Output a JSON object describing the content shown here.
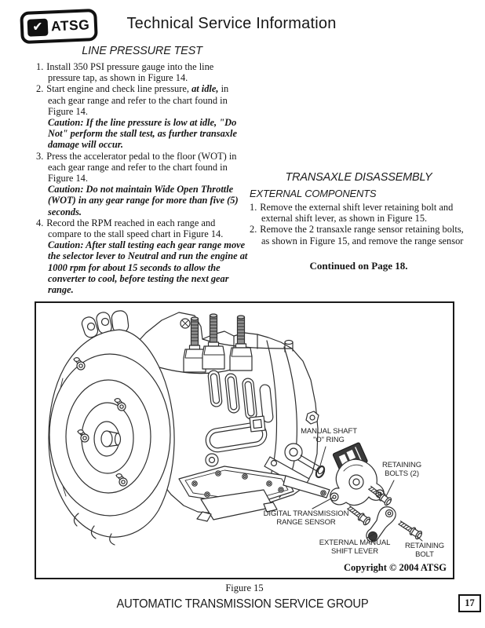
{
  "header": {
    "logo_text": "ATSG",
    "title": "Technical Service Information"
  },
  "left_column": {
    "heading": "LINE PRESSURE TEST",
    "items": [
      {
        "num": "1.",
        "text": "Install 350 PSI pressure gauge into the line pressure tap, as shown in Figure 14."
      },
      {
        "num": "2.",
        "before": "Start engine and check line pressure, ",
        "em": "at idle,",
        "after": " in each gear range and refer to the chart found in Figure 14.",
        "caution": "Caution: If the line pressure is low at idle, \"Do Not\" perform the stall test, as further transaxle damage will occur."
      },
      {
        "num": "3.",
        "text": "Press the accelerator pedal to the floor (WOT) in each gear range and refer to the chart found in Figure 14.",
        "caution": "Caution: Do not maintain Wide Open Throttle (WOT) in any gear range for more than five (5) seconds."
      },
      {
        "num": "4.",
        "text": "Record the RPM reached in each range and compare to the stall speed chart in Figure 14.",
        "caution": "Caution: After stall testing each gear range move the selector lever to Neutral and run the engine at 1000 rpm for about 15 seconds to allow the converter to cool, before testing the next gear range."
      }
    ]
  },
  "right_column": {
    "heading": "TRANSAXLE DISASSEMBLY",
    "subheading": "EXTERNAL COMPONENTS",
    "items": [
      {
        "num": "1.",
        "text": "Remove the external shift lever retaining bolt and external shift lever, as shown in Figure 15."
      },
      {
        "num": "2.",
        "text": "Remove the 2 transaxle range sensor retaining bolts, as shown in Figure 15, and remove the range sensor"
      }
    ],
    "continued": "Continued on Page 18."
  },
  "figure": {
    "caption": "Figure 15",
    "copyright": "Copyright © 2004 ATSG",
    "labels": {
      "manual_shaft_oring": "MANUAL SHAFT\n\"O\" RING",
      "retaining_bolts": "RETAINING\nBOLTS (2)",
      "range_sensor": "DIGITAL TRANSMISSION\nRANGE SENSOR",
      "shift_lever": "EXTERNAL MANUAL\nSHIFT LEVER",
      "retaining_bolt": "RETAINING\nBOLT"
    }
  },
  "footer": {
    "org": "AUTOMATIC TRANSMISSION SERVICE GROUP",
    "page_number": "17"
  }
}
